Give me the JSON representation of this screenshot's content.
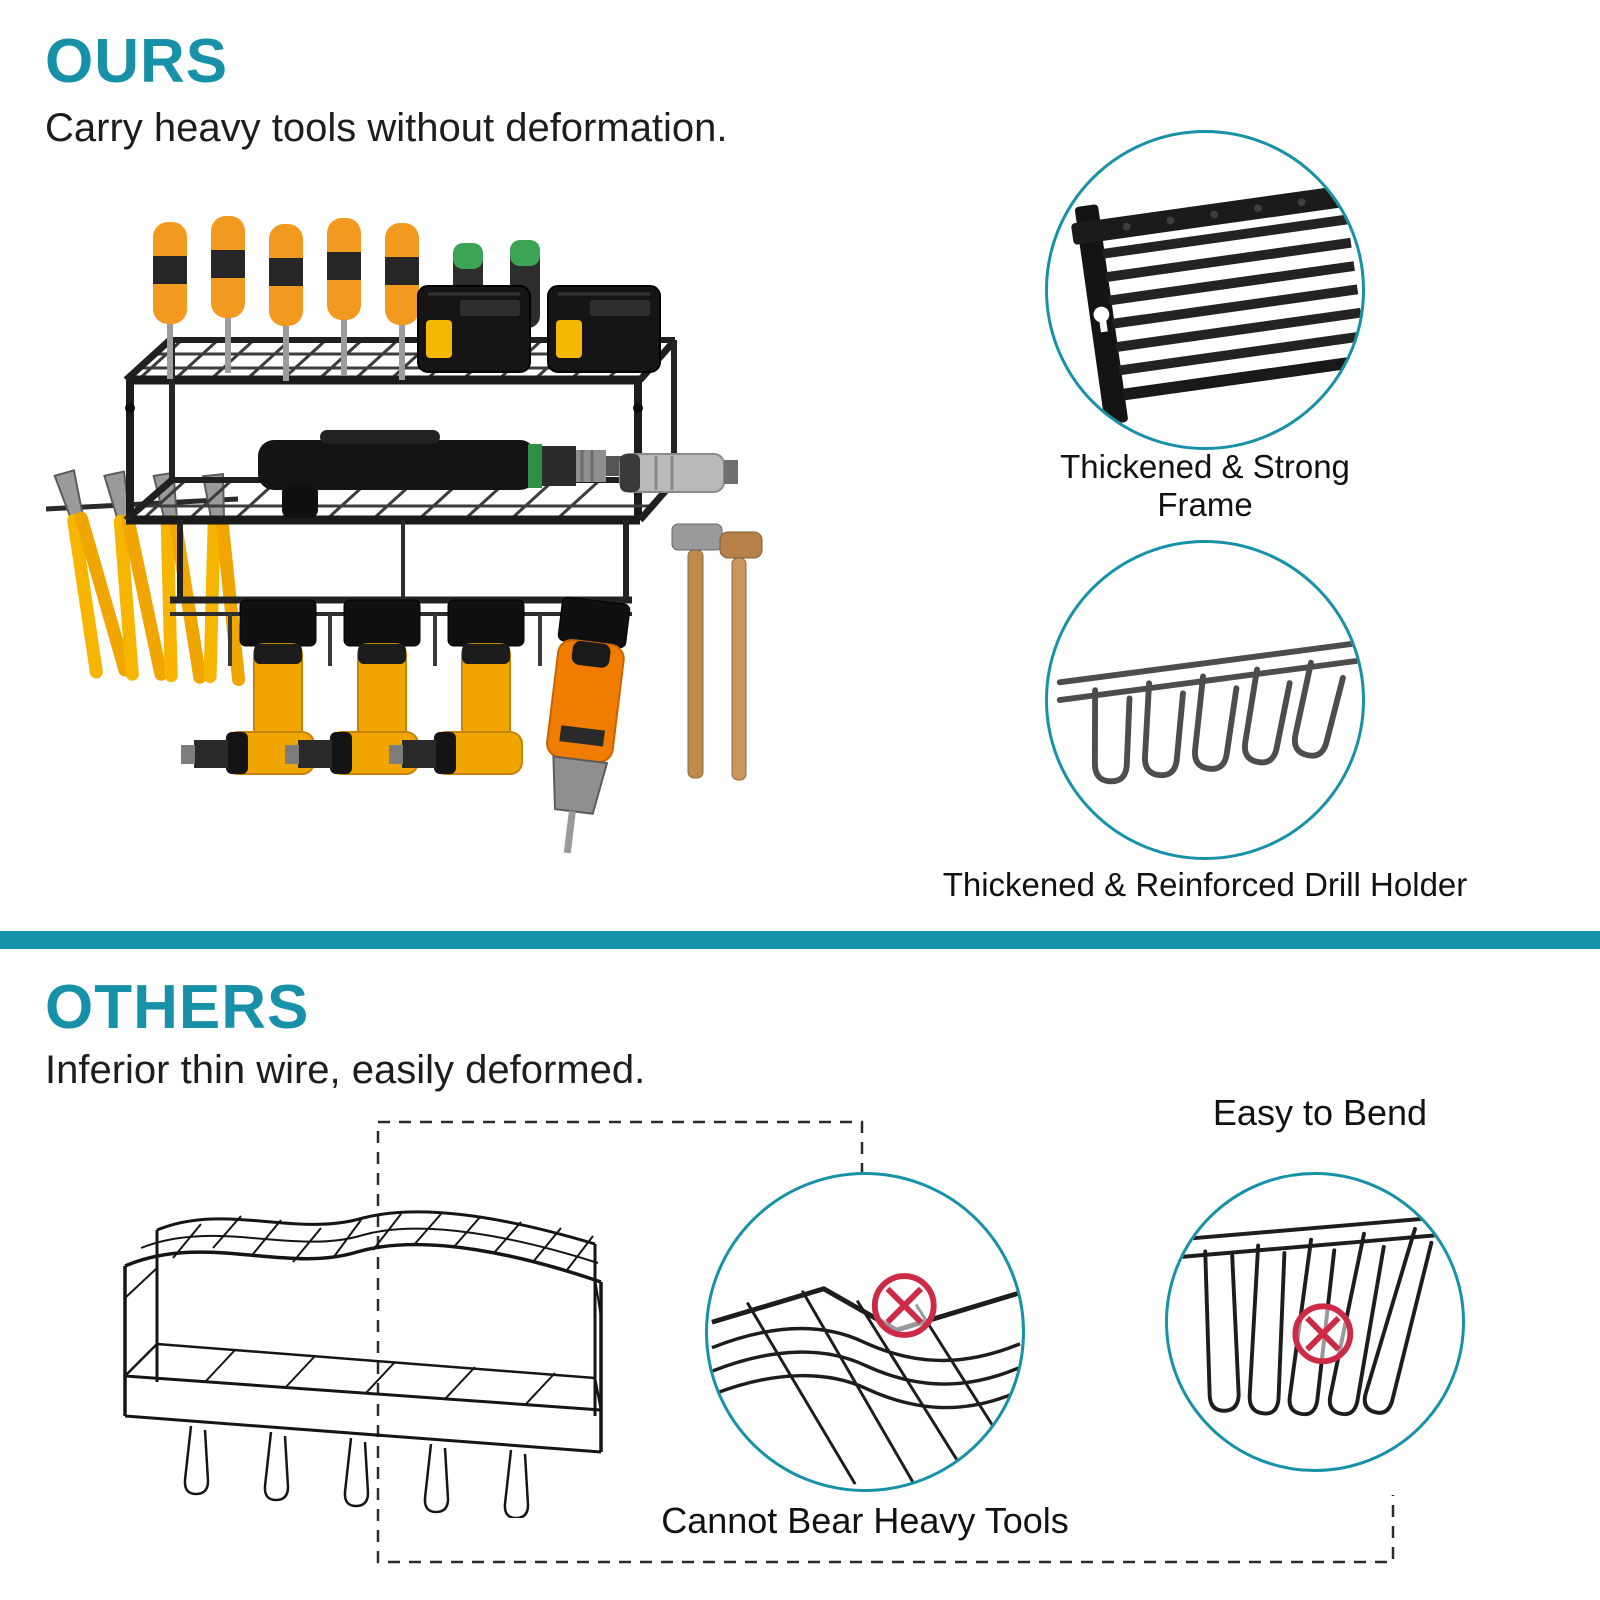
{
  "colors": {
    "accent": "#1791A8",
    "error": "#CD2B45",
    "text": "#111111"
  },
  "ours_section": {
    "title": "OURS",
    "subtitle": "Carry heavy tools without deformation.",
    "callout_frame_label": "Thickened & Strong Frame",
    "callout_holder_label": "Thickened & Reinforced Drill Holder"
  },
  "others_section": {
    "title": "OTHERS",
    "subtitle": "Inferior thin wire, easily deformed.",
    "callout_bend_label": "Easy to Bend",
    "callout_heavy_label": "Cannot Bear Heavy Tools"
  }
}
